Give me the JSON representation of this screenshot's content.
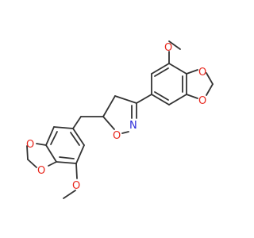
{
  "molecule": {
    "atoms": [
      {
        "id": "o_ome_top",
        "symbol": "O",
        "color": "#e8261c"
      },
      {
        "id": "o_diox_top_a",
        "symbol": "O",
        "color": "#e8261c"
      },
      {
        "id": "o_diox_top_b",
        "symbol": "O",
        "color": "#e8261c"
      },
      {
        "id": "n_ring",
        "symbol": "N",
        "color": "#2b2bd9"
      },
      {
        "id": "o_ring",
        "symbol": "O",
        "color": "#e8261c"
      },
      {
        "id": "o_diox_bot_a",
        "symbol": "O",
        "color": "#e8261c"
      },
      {
        "id": "o_diox_bot_b",
        "symbol": "O",
        "color": "#e8261c"
      },
      {
        "id": "o_ome_bot",
        "symbol": "O",
        "color": "#e8261c"
      }
    ],
    "bond_color": "#333333"
  }
}
